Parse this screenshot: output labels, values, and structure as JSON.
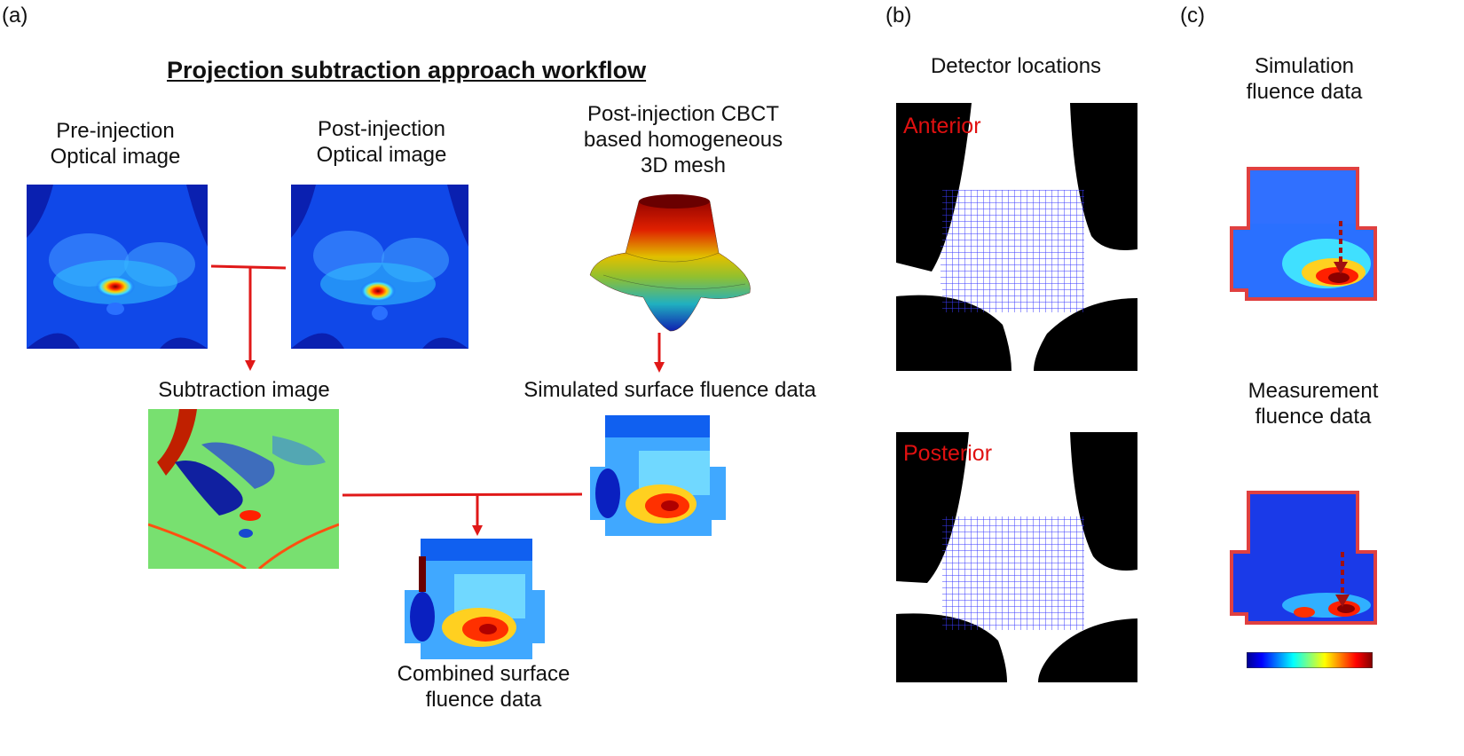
{
  "panel_tags": {
    "a": "(a)",
    "b": "(b)",
    "c": "(c)"
  },
  "workflow": {
    "title": "Projection subtraction approach workflow",
    "pre_injection": {
      "line1": "Pre-injection",
      "line2": "Optical image"
    },
    "post_injection": {
      "line1": "Post-injection",
      "line2": "Optical image"
    },
    "cbct": {
      "line1": "Post-injection CBCT",
      "line2": "based homogeneous",
      "line3": "3D mesh"
    },
    "subtraction": "Subtraction image",
    "simulated": "Simulated surface fluence data",
    "combined": {
      "line1": "Combined surface",
      "line2": "fluence data"
    }
  },
  "detector": {
    "title": "Detector locations",
    "anterior": "Anterior",
    "posterior": "Posterior"
  },
  "fluence": {
    "simulation": {
      "line1": "Simulation",
      "line2": "fluence data"
    },
    "measurement": {
      "line1": "Measurement",
      "line2": "fluence data"
    }
  },
  "colors": {
    "arrow": "#e01818",
    "label_red": "#e01010",
    "grid_blue": "#3a3aff"
  }
}
